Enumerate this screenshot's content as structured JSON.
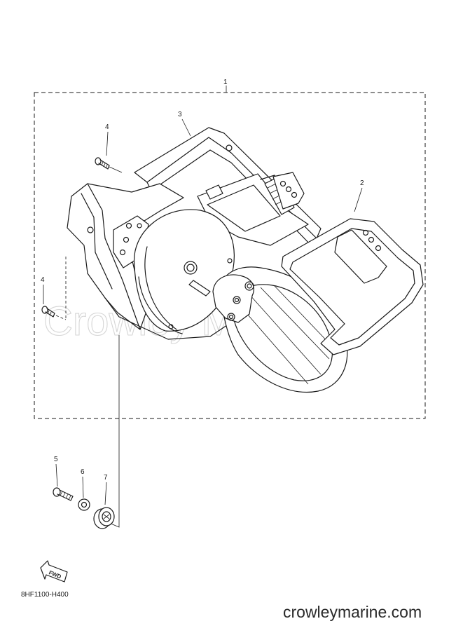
{
  "watermark": "Crowley Marine",
  "callouts": {
    "c1": "1",
    "c2": "2",
    "c3": "3",
    "c4a": "4",
    "c4b": "4",
    "c5": "5",
    "c6": "6",
    "c7": "7"
  },
  "fwd_label": "FWD",
  "part_code": "8HF1100-H400",
  "site": "crowleymarine.com",
  "colors": {
    "line": "#1a1a1a",
    "watermark": "#d6d6d6",
    "background": "#ffffff"
  }
}
